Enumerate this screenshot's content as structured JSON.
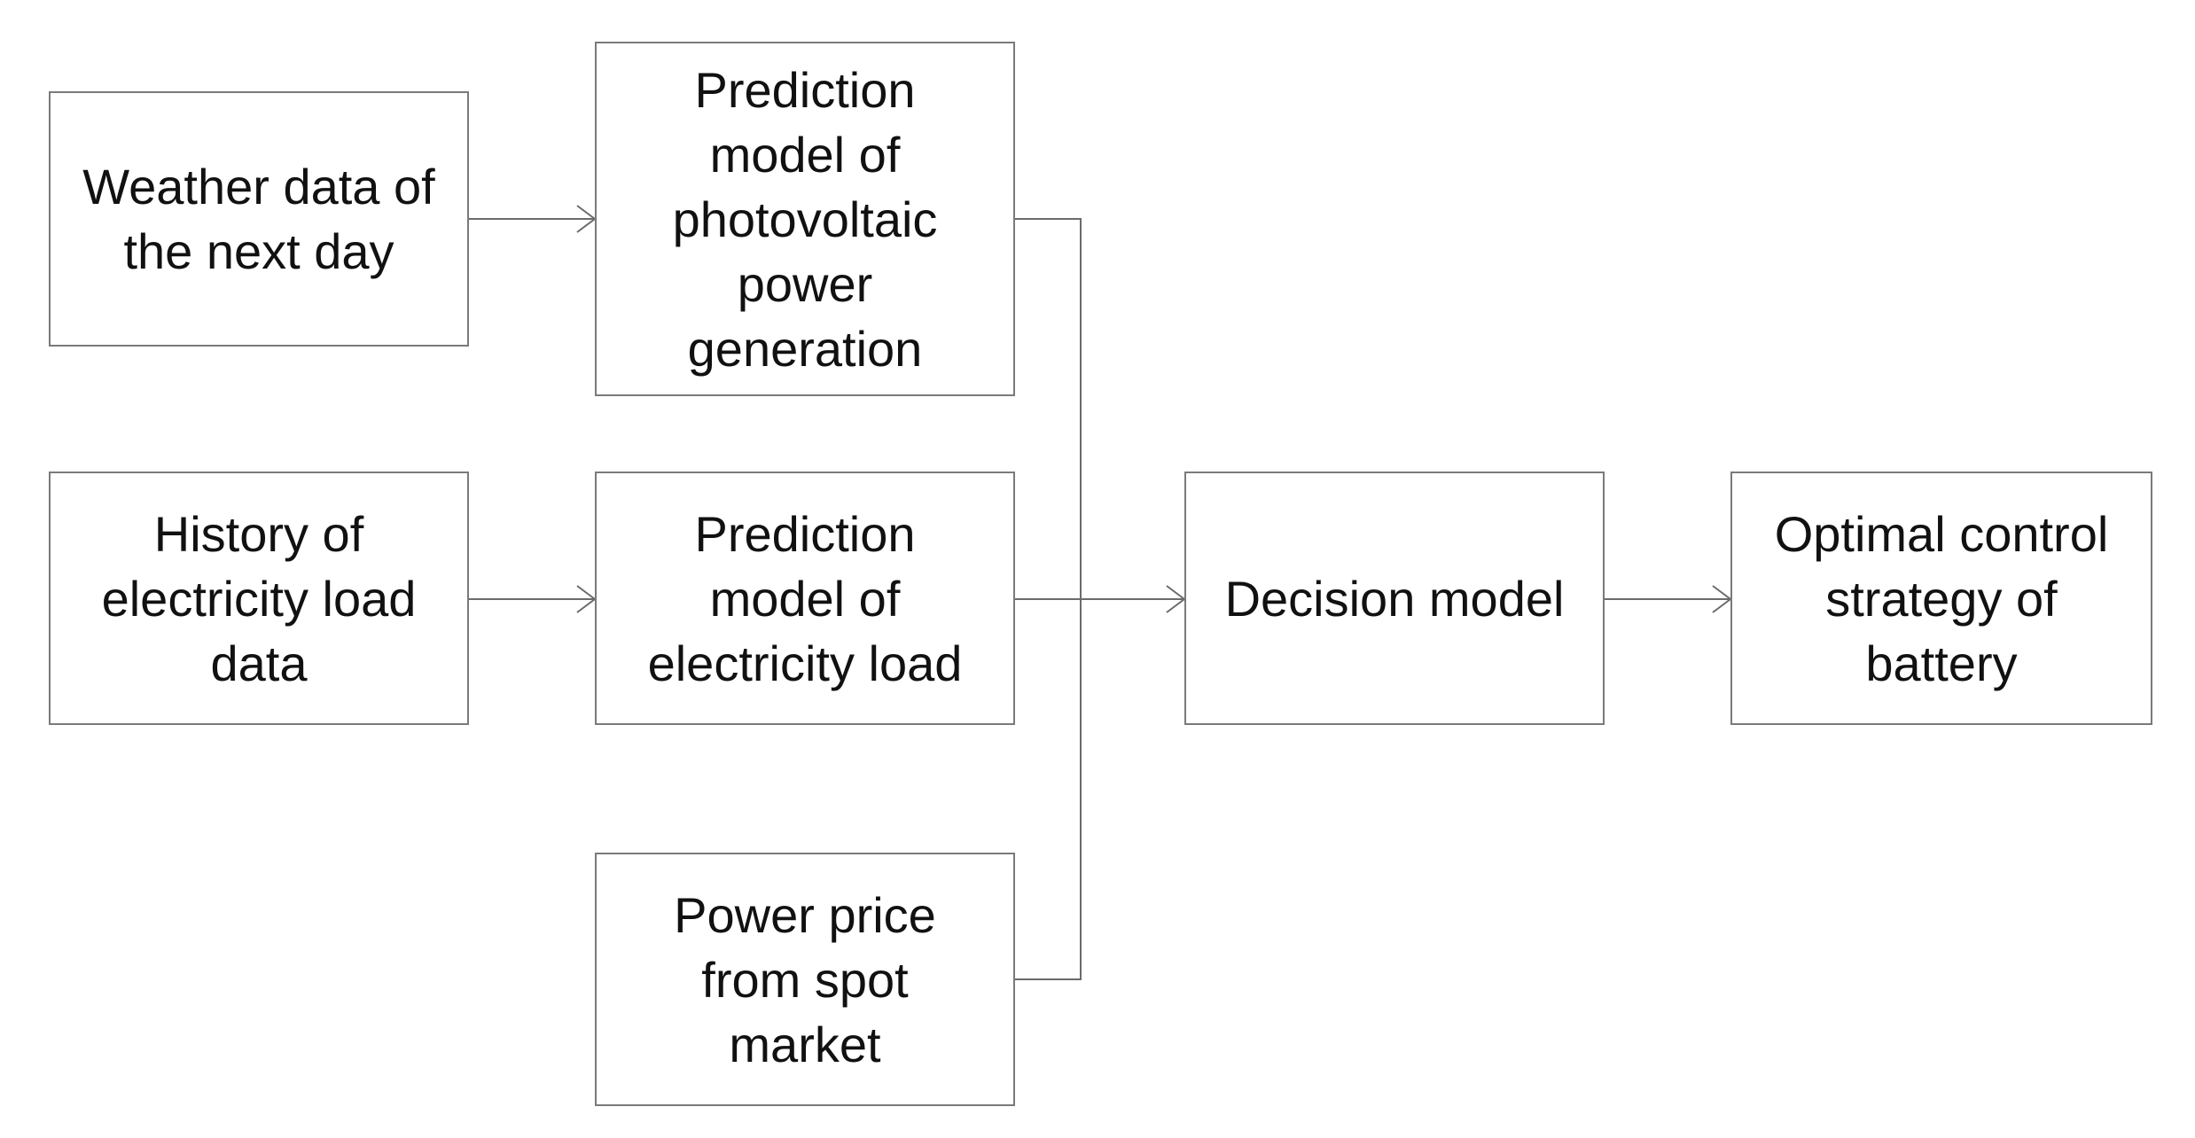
{
  "diagram": {
    "nodes": {
      "weather": "Weather data of\nthe next day",
      "pv_model": "Prediction\nmodel of\nphotovoltaic\npower\ngeneration",
      "history": "History of\nelectricity load\ndata",
      "load_model": "Prediction\nmodel of\nelectricity load",
      "price": "Power price\nfrom spot\nmarket",
      "decision": "Decision model",
      "strategy": "Optimal control\nstrategy of\nbattery"
    },
    "edges": [
      {
        "from": "weather",
        "to": "pv_model"
      },
      {
        "from": "history",
        "to": "load_model"
      },
      {
        "from": "pv_model",
        "to": "decision"
      },
      {
        "from": "load_model",
        "to": "decision"
      },
      {
        "from": "price",
        "to": "decision"
      },
      {
        "from": "decision",
        "to": "strategy"
      }
    ],
    "colors": {
      "box_border": "#7a7a7a",
      "connector": "#6b6b6b",
      "text": "#111111",
      "background": "#ffffff"
    }
  }
}
